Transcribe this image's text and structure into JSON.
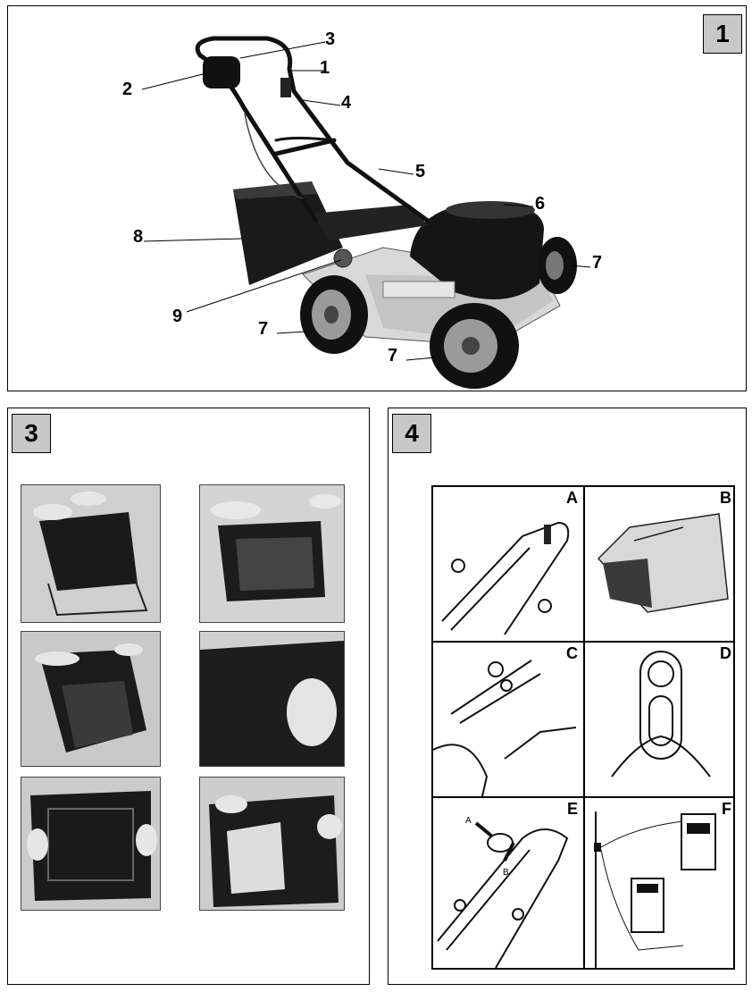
{
  "figure1": {
    "number": "1",
    "callouts": [
      "1",
      "2",
      "3",
      "4",
      "5",
      "6",
      "7",
      "7",
      "7",
      "8",
      "9"
    ]
  },
  "figure3": {
    "number": "3"
  },
  "figure4": {
    "number": "4",
    "cells": [
      "A",
      "B",
      "C",
      "D",
      "E",
      "F"
    ],
    "arrow_labels": {
      "a": "A",
      "b": "B"
    }
  }
}
